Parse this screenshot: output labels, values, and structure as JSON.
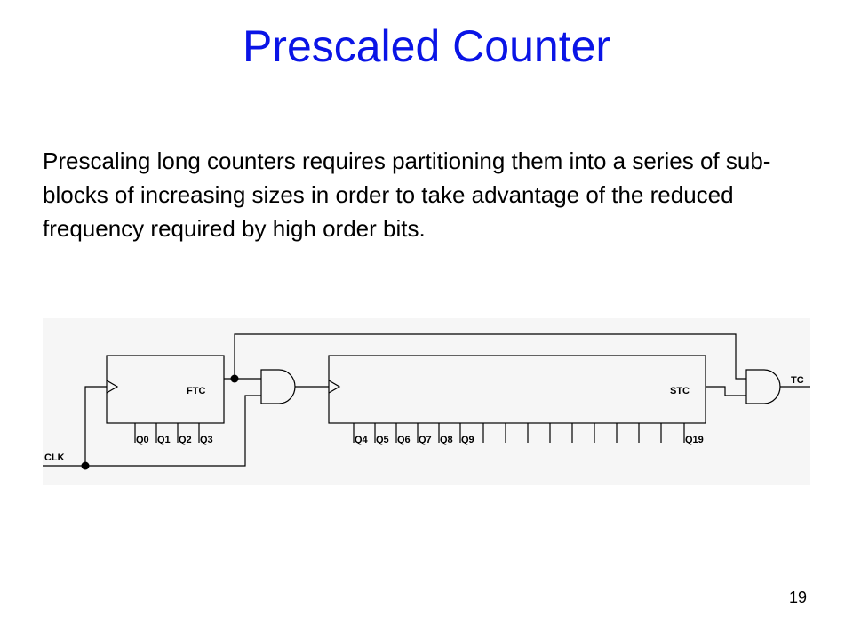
{
  "slide": {
    "title": "Prescaled Counter",
    "body": "Prescaling long counters requires partitioning them into a series of sub-blocks of increasing sizes in order to take advantage of the reduced frequency required by high order bits.",
    "page_number": "19"
  },
  "diagram": {
    "clock_label": "CLK",
    "ftc_label": "FTC",
    "stc_label": "STC",
    "tc_label": "TC",
    "low_outputs": [
      "Q0",
      "Q1",
      "Q2",
      "Q3"
    ],
    "high_outputs": [
      "Q4",
      "Q5",
      "Q6",
      "Q7",
      "Q8",
      "Q9"
    ],
    "last_output": "Q19"
  }
}
